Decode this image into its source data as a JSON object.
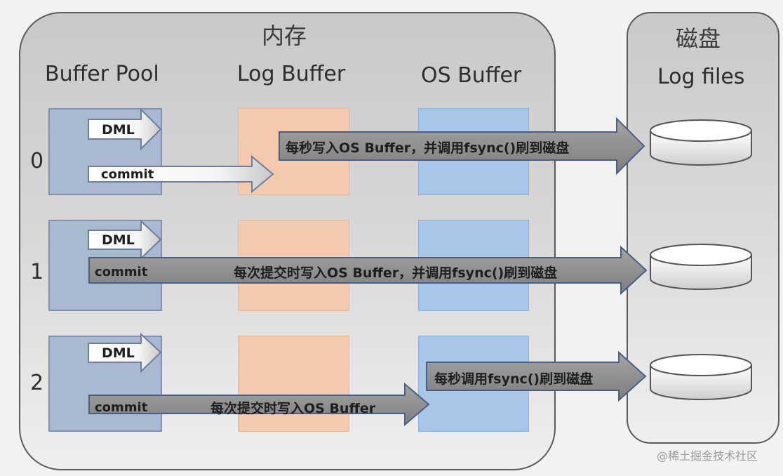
{
  "memory": {
    "title": "内存"
  },
  "disk": {
    "title": "磁盘",
    "subtitle": "Log files"
  },
  "columns": {
    "buffer_pool": "Buffer Pool",
    "log_buffer": "Log Buffer",
    "os_buffer": "OS Buffer"
  },
  "rows": [
    {
      "num": "0",
      "dml": "DML",
      "commit": "commit",
      "flow": "每秒写入OS Buffer，并调用fsync()刷到磁盘"
    },
    {
      "num": "1",
      "dml": "DML",
      "commit": "commit",
      "flow": "每次提交时写入OS Buffer，并调用fsync()刷到磁盘"
    },
    {
      "num": "2",
      "dml": "DML",
      "commit": "commit",
      "flow_to_os": "每次提交时写入OS Buffer",
      "flow_to_disk": "每秒调用fsync()刷到磁盘"
    }
  ],
  "watermark": "@稀土掘金技术社区",
  "colors": {
    "buffer_pool": "#a9b9d0",
    "log_buffer": "#f4c9ad",
    "os_buffer": "#a8c6e8",
    "arrow_dark": "#8c8c8c",
    "arrow_light": "#ffffff"
  }
}
